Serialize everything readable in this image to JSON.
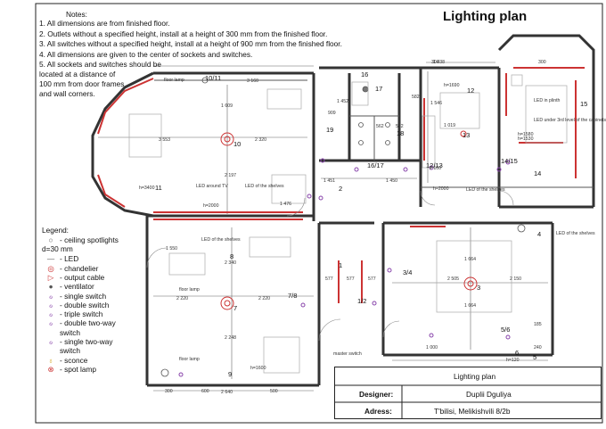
{
  "title": "Lighting plan",
  "notes": {
    "heading": "Notes:",
    "lines": [
      "1. All dimensions are from finished floor.",
      "2. Outlets without a specified height, install at a height of 300 mm from the finished floor.",
      "3. All switches without a specified height, install at a height of 900 mm from the finished floor.",
      "4. All dimensions are given to the center of sockets and switches.",
      "5. All sockets and switches should be",
      "located at a distance of",
      "100 mm from door frames",
      "and wall corners."
    ]
  },
  "legend": {
    "title": "Legend:",
    "size": "d=30 mm",
    "items": [
      {
        "symbol": "○",
        "label": "- ceiling spotlights"
      },
      {
        "symbol": "—",
        "label": "- LED"
      },
      {
        "symbol": "◎",
        "label": "- chandelier"
      },
      {
        "symbol": "▷",
        "label": "- output cable"
      },
      {
        "symbol": "●",
        "label": "- ventilator"
      },
      {
        "symbol": "ℴ",
        "label": "- single switch"
      },
      {
        "symbol": "ℴ",
        "label": "- double switch"
      },
      {
        "symbol": "ℴ",
        "label": "- triple switch"
      },
      {
        "symbol": "ℴ",
        "label": "- double two-way"
      },
      {
        "symbol": "",
        "label": "switch"
      },
      {
        "symbol": "ℴ",
        "label": "- single two-way"
      },
      {
        "symbol": "",
        "label": "switch"
      },
      {
        "symbol": "♁",
        "label": "- sconce"
      },
      {
        "symbol": "⊗",
        "label": "- spot lamp"
      }
    ]
  },
  "title_block": {
    "sheet": "Lighting plan",
    "designer_label": "Designer:",
    "designer": "Duplii Dguliya",
    "address_label": "Adress:",
    "address": "T'bilisi, Melikishvili 8/2b"
  },
  "plan_labels": {
    "rooms": [
      "1",
      "2",
      "3",
      "4",
      "5",
      "6",
      "7",
      "8",
      "9",
      "10",
      "11",
      "12",
      "13",
      "14",
      "15",
      "16",
      "17",
      "18",
      "19"
    ],
    "switch_tags": [
      "10/11",
      "7/8",
      "1/2",
      "12/13",
      "14/15",
      "16/17",
      "3/4",
      "5/6"
    ],
    "text_notes": [
      "floor lamp",
      "floor lamp",
      "floor lamp",
      "LED around TV",
      "LED of the shelves",
      "LED of the shelves",
      "LED of the shelves",
      "LED of the shelves",
      "LED in plinth",
      "LED under 3rd level of the cabinets",
      "master switch",
      "h=3400",
      "h=2000",
      "h=1690",
      "h=1530",
      "h=1580",
      "h=1600",
      "h=120",
      "h=2000"
    ],
    "dimensions": [
      "3 160",
      "1 609",
      "3 553",
      "2 320",
      "2 197",
      "1 476",
      "2 220",
      "2 220",
      "2 248",
      "1 550",
      "2 340",
      "1 451",
      "1 450",
      "1 438",
      "1 019",
      "1 546",
      "2 505",
      "2 150",
      "1 664",
      "1 664",
      "2 100",
      "577",
      "577",
      "577",
      "300",
      "300",
      "300",
      "600",
      "500",
      "2 640",
      "1 000",
      "185",
      "240",
      "909",
      "1 452",
      "562",
      "562",
      "582"
    ]
  }
}
